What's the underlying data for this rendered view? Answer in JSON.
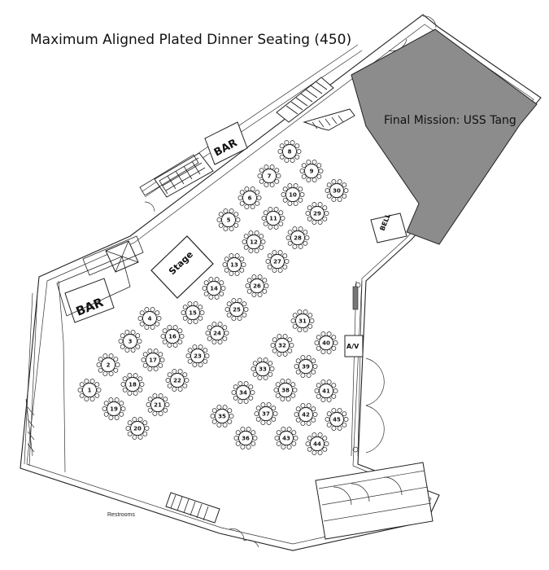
{
  "title": "Maximum Aligned Plated Dinner Seating (450)",
  "exhibit_label": "Final Mission: USS Tang",
  "stage_label": "Stage",
  "bar_top_label": "BAR",
  "bar_left_label": "BAR",
  "bell_label": "BELL",
  "av_label": "A/V",
  "restrooms_label": "Restrooms",
  "colors": {
    "exhibit_fill": "#8c8c8c",
    "line": "#222222"
  },
  "tables": [
    {
      "n": "1"
    },
    {
      "n": "2"
    },
    {
      "n": "3"
    },
    {
      "n": "4"
    },
    {
      "n": "5"
    },
    {
      "n": "6"
    },
    {
      "n": "7"
    },
    {
      "n": "8"
    },
    {
      "n": "9"
    },
    {
      "n": "10"
    },
    {
      "n": "11"
    },
    {
      "n": "12"
    },
    {
      "n": "13"
    },
    {
      "n": "14"
    },
    {
      "n": "15"
    },
    {
      "n": "16"
    },
    {
      "n": "17"
    },
    {
      "n": "18"
    },
    {
      "n": "19"
    },
    {
      "n": "20"
    },
    {
      "n": "21"
    },
    {
      "n": "22"
    },
    {
      "n": "23"
    },
    {
      "n": "24"
    },
    {
      "n": "25"
    },
    {
      "n": "26"
    },
    {
      "n": "27"
    },
    {
      "n": "28"
    },
    {
      "n": "29"
    },
    {
      "n": "30"
    },
    {
      "n": "31"
    },
    {
      "n": "32"
    },
    {
      "n": "33"
    },
    {
      "n": "34"
    },
    {
      "n": "35"
    },
    {
      "n": "36"
    },
    {
      "n": "37"
    },
    {
      "n": "38"
    },
    {
      "n": "39"
    },
    {
      "n": "40"
    },
    {
      "n": "41"
    },
    {
      "n": "42"
    },
    {
      "n": "43"
    },
    {
      "n": "44"
    },
    {
      "n": "45"
    }
  ]
}
